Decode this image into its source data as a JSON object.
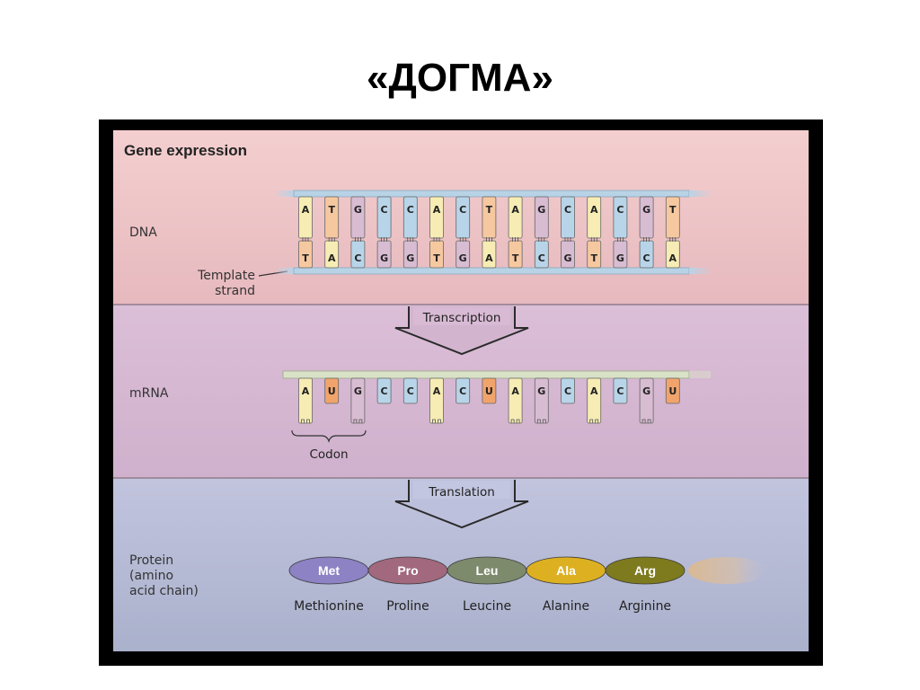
{
  "slide_title": "«ДОГМА»",
  "figure": {
    "heading": "Gene expression",
    "dna": {
      "label": "DNA",
      "template_label_line1": "Template",
      "template_label_line2": "strand",
      "coding": [
        "A",
        "T",
        "G",
        "C",
        "C",
        "A",
        "C",
        "T",
        "A",
        "G",
        "C",
        "A",
        "C",
        "G",
        "T"
      ],
      "template": [
        "T",
        "A",
        "C",
        "G",
        "G",
        "T",
        "G",
        "A",
        "T",
        "C",
        "G",
        "T",
        "G",
        "C",
        "A"
      ]
    },
    "transcription_label": "Transcription",
    "mrna": {
      "label": "mRNA",
      "bases": [
        "A",
        "U",
        "G",
        "C",
        "C",
        "A",
        "C",
        "U",
        "A",
        "G",
        "C",
        "A",
        "C",
        "G",
        "U"
      ],
      "codon_label": "Codon"
    },
    "translation_label": "Translation",
    "protein": {
      "label_line1": "Protein",
      "label_line2": "(amino",
      "label_line3": "acid chain)",
      "amino_acids": [
        {
          "abbr": "Met",
          "name": "Methionine",
          "color": "#8c82c4"
        },
        {
          "abbr": "Pro",
          "name": "Proline",
          "color": "#a2687e"
        },
        {
          "abbr": "Leu",
          "name": "Leucine",
          "color": "#7d8a6c"
        },
        {
          "abbr": "Ala",
          "name": "Alanine",
          "color": "#dcb020"
        },
        {
          "abbr": "Arg",
          "name": "Arginine",
          "color": "#7e7a1e"
        }
      ]
    },
    "base_colors": {
      "A": "#f6ecb4",
      "T": "#f6c8a0",
      "U": "#f0a46c",
      "G": "#d8bcd2",
      "C": "#b8d4e8"
    }
  }
}
